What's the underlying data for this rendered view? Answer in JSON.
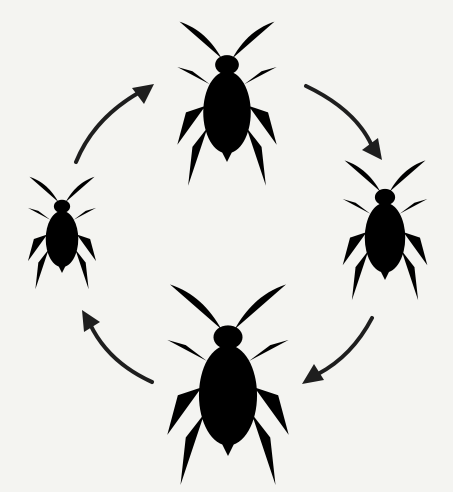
{
  "diagram": {
    "colors": {
      "ink": "#1e1e1e",
      "background": "#f4f4f1",
      "body_fill": "#f7f7f4"
    },
    "stages": [
      {
        "id": "stage-top",
        "description_icon": "aphid-nymph-icon"
      },
      {
        "id": "stage-right",
        "description_icon": "aphid-nymph-icon"
      },
      {
        "id": "stage-bottom",
        "description_icon": "aphid-adult-icon"
      },
      {
        "id": "stage-left",
        "description_icon": "aphid-nymph-icon"
      }
    ],
    "arrows": [
      {
        "id": "arrow-top-to-right",
        "direction": "clockwise"
      },
      {
        "id": "arrow-right-to-bottom",
        "direction": "clockwise"
      },
      {
        "id": "arrow-bottom-to-left",
        "direction": "clockwise"
      },
      {
        "id": "arrow-left-to-top",
        "direction": "clockwise"
      }
    ]
  }
}
